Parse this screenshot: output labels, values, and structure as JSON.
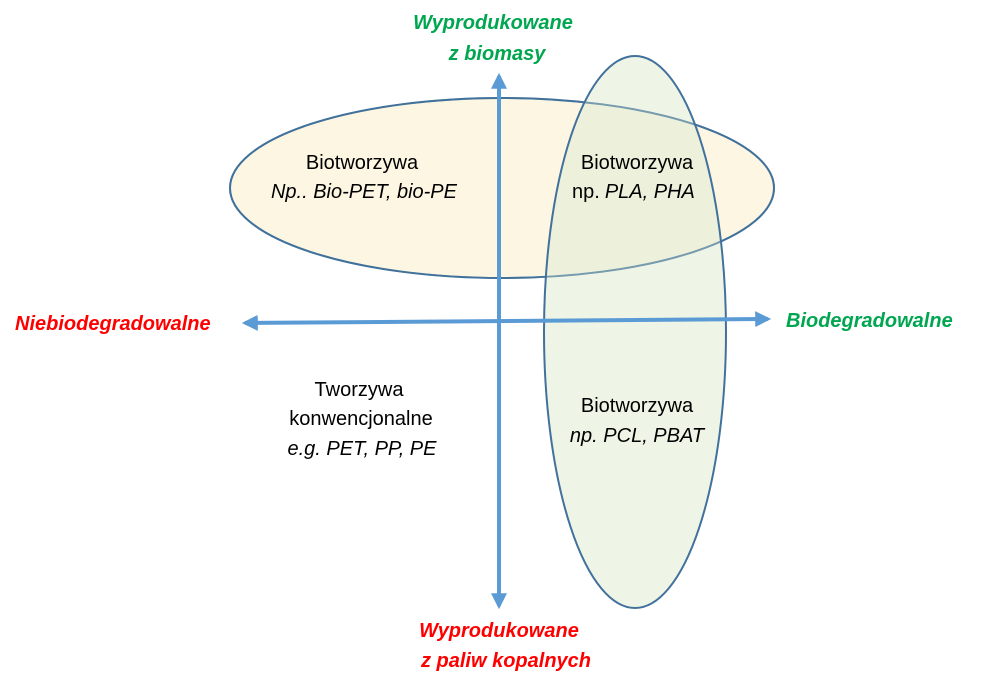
{
  "colors": {
    "green": "#00a650",
    "red": "#ff0000",
    "axis": "#5b9bd5",
    "outline": "#41719c",
    "yellow_fill": "#fdf6e3",
    "green_fill": "#e6f0d8"
  },
  "axes": {
    "top": [
      "Wyprodukowane",
      "z biomasy"
    ],
    "bottom": [
      "Wyprodukowane",
      "z paliw kopalnych"
    ],
    "left": "Niebiodegradowalne",
    "right": "Biodegradowalne"
  },
  "quadrants": {
    "top_left": {
      "title": "Biotworzywa",
      "example": "Np.. Bio-PET, bio-PE"
    },
    "top_right": {
      "title": "Biotworzywa",
      "prefix": "np.",
      "example": "PLA, PHA"
    },
    "bottom_left": {
      "title": "Tworzywa",
      "title2": "konwencjonalne",
      "example": "e.g. PET, PP, PE"
    },
    "bottom_right": {
      "title": "Biotworzywa",
      "example": "np. PCL, PBAT"
    }
  }
}
